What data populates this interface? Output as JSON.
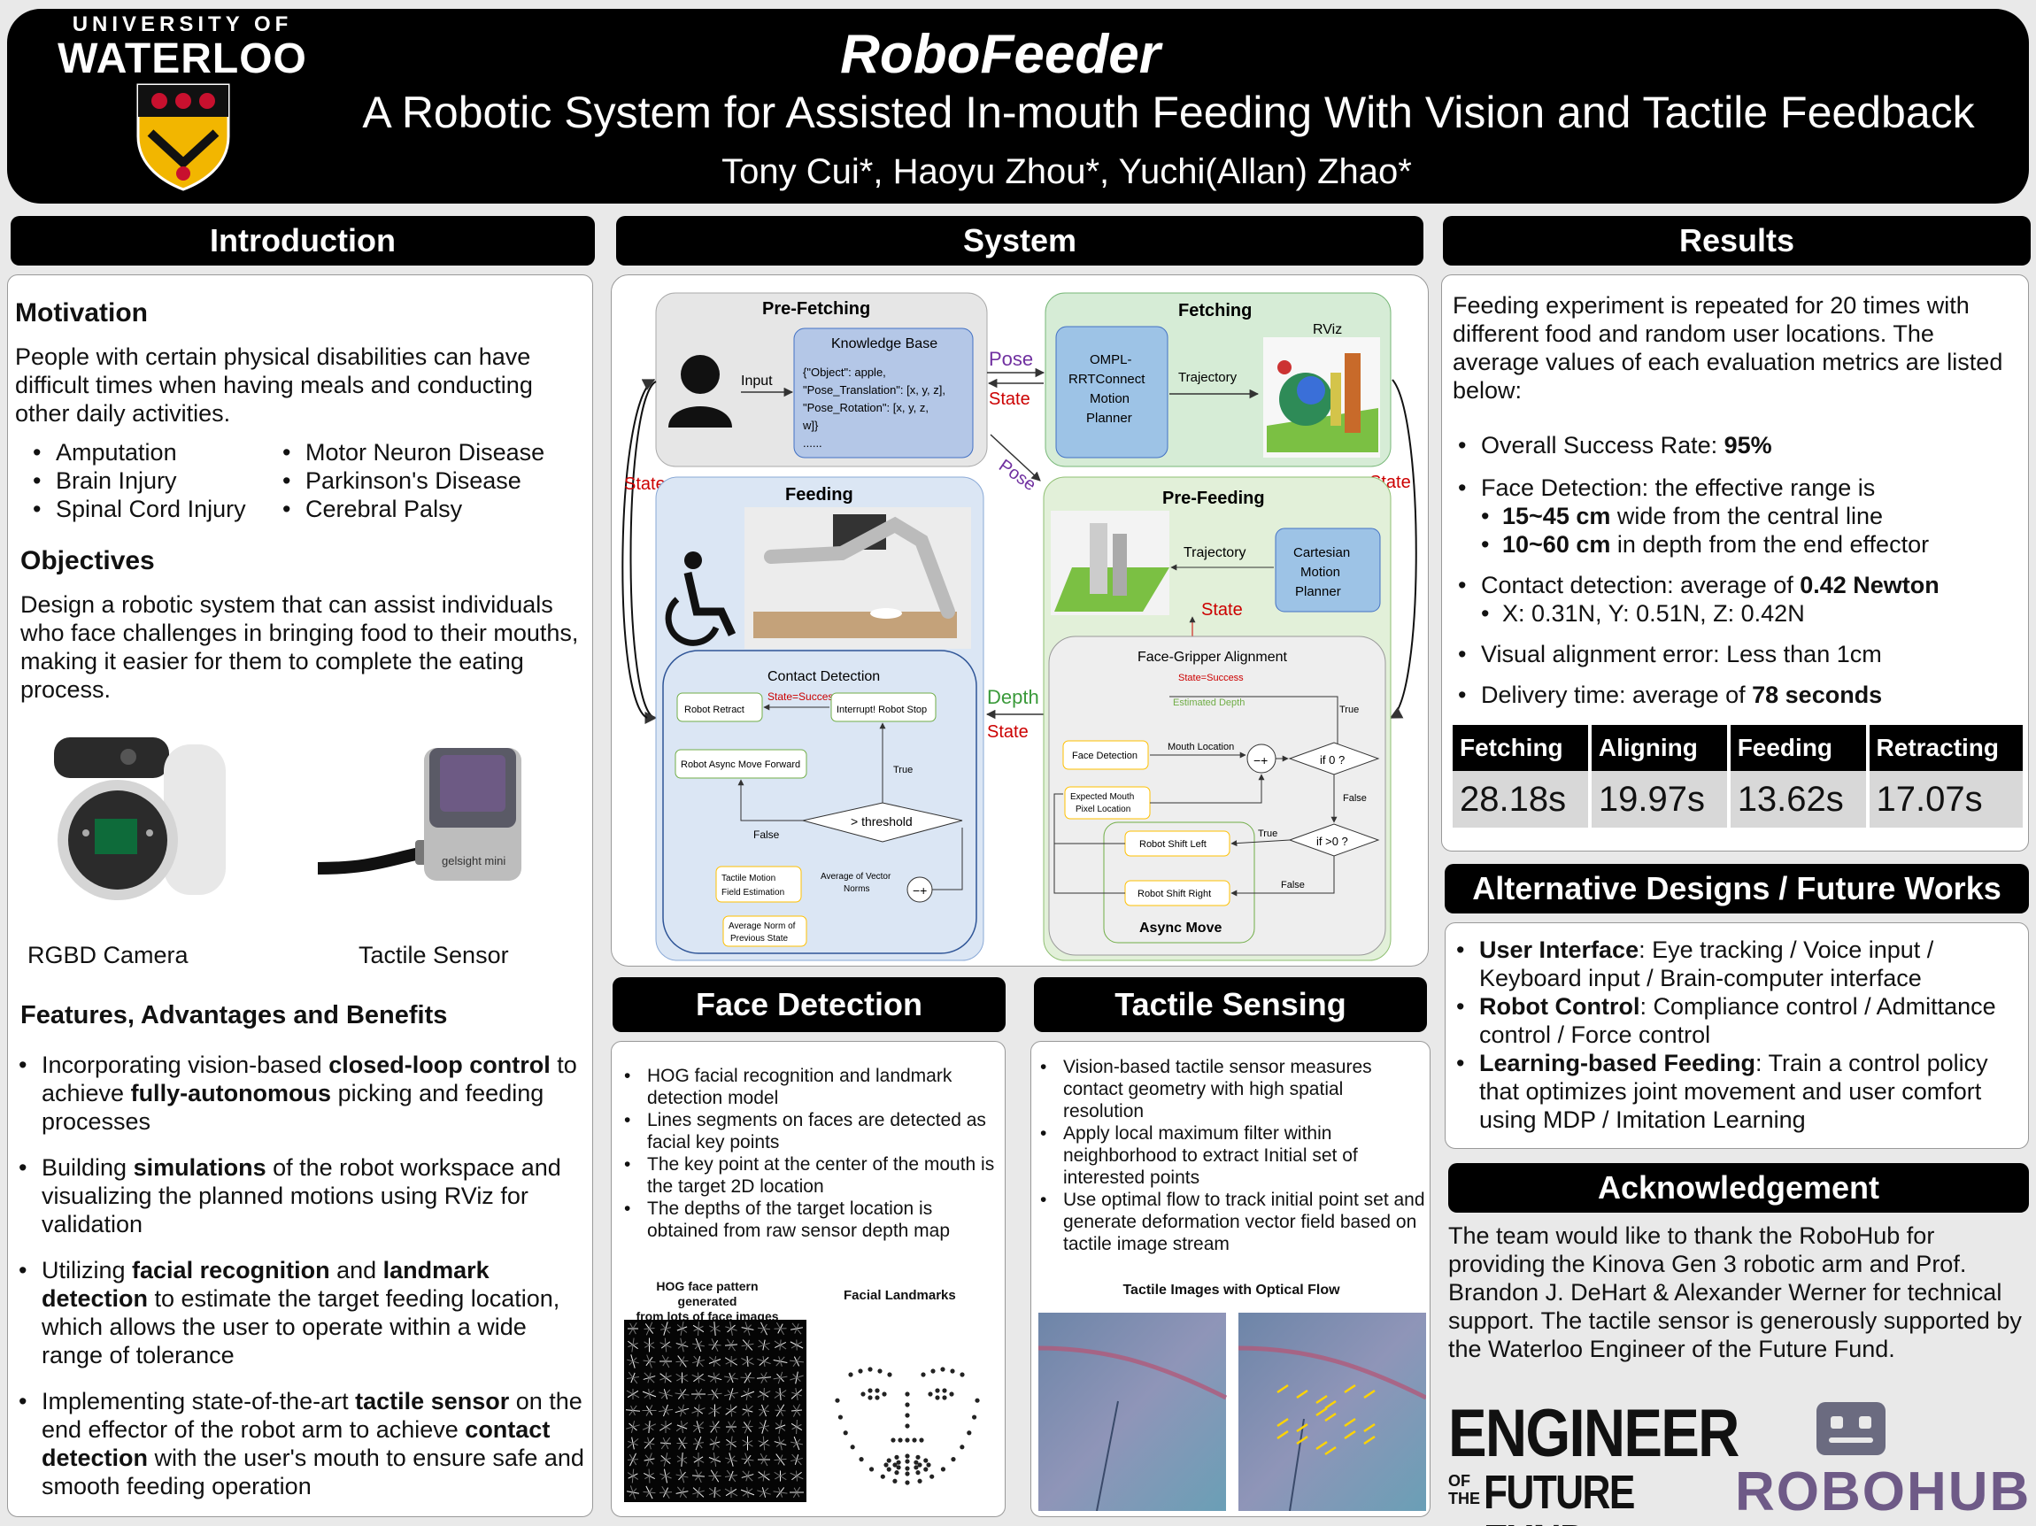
{
  "header": {
    "uni_top": "UNIVERSITY OF",
    "uni_main": "WATERLOO",
    "title": "RoboFeeder",
    "subtitle": "A Robotic System for Assisted In-mouth Feeding With Vision and Tactile Feedback",
    "authors": "Tony Cui*, Haoyu Zhou*, Yuchi(Allan) Zhao*"
  },
  "intro": {
    "heading": "Introduction",
    "motivation_title": "Motivation",
    "motivation_text": "People with certain physical disabilities can have difficult times when having meals and conducting other daily activities.",
    "conditions_left": [
      "Amputation",
      "Brain Injury",
      "Spinal Cord Injury"
    ],
    "conditions_right": [
      "Motor Neuron Disease",
      "Parkinson's Disease",
      "Cerebral Palsy"
    ],
    "objectives_title": "Objectives",
    "objectives_text": "Design a robotic system that can assist individuals who face challenges in bringing food to their mouths, making it easier for them to complete the eating process.",
    "camera_caption": "RGBD Camera",
    "tactile_caption": "Tactile Sensor",
    "gelsight_label": "gelsight mini",
    "features_title": "Features, Advantages and Benefits",
    "features": [
      {
        "parts": [
          "Incorporating vision-based ",
          "closed-loop control",
          " to achieve ",
          "fully-autonomous",
          " picking and feeding processes"
        ]
      },
      {
        "parts": [
          "Building ",
          "simulations",
          " of the robot workspace and visualizing the planned motions using RViz for validation"
        ]
      },
      {
        "parts": [
          "Utilizing ",
          "facial recognition",
          " and ",
          "landmark detection",
          " to estimate the target feeding location, which allows the user to operate within a wide range of tolerance"
        ]
      },
      {
        "parts": [
          "Implementing state-of-the-art ",
          "tactile sensor",
          " on the end effector of the robot arm to achieve ",
          "contact detection",
          " with the user's mouth to ensure safe and smooth feeding operation"
        ]
      }
    ]
  },
  "system": {
    "heading": "System",
    "prefetching": "Pre-Fetching",
    "input": "Input",
    "kb_title": "Knowledge Base",
    "kb_l1": "{\"Object\": apple,",
    "kb_l2": "\"Pose_Translation\": [x, y, z],",
    "kb_l3": "\"Pose_Rotation\": [x, y, z,",
    "kb_l4": "w]}",
    "kb_l5": "......",
    "fetching": "Fetching",
    "ompl_l1": "OMPL-",
    "ompl_l2": "RRTConnect",
    "ompl_l3": "Motion",
    "ompl_l4": "Planner",
    "trajectory": "Trajectory",
    "rviz": "RViz",
    "pose": "Pose",
    "state": "State",
    "depth": "Depth",
    "feeding": "Feeding",
    "prefeeding": "Pre-Feeding",
    "cart_l1": "Cartesian",
    "cart_l2": "Motion",
    "cart_l3": "Planner",
    "contact_detection": "Contact Detection",
    "robot_retract": "Robot Retract",
    "state_success": "State=Success",
    "interrupt": "Interrupt! Robot Stop",
    "async_forward": "Robot Async Move Forward",
    "true": "True",
    "false": "False",
    "threshold": "> threshold",
    "tactile_motion_l1": "Tactile Motion",
    "tactile_motion_l2": "Field Estimation",
    "avg_vec_l1": "Average of Vector",
    "avg_vec_l2": "Norms",
    "avg_norm_l1": "Average Norm of",
    "avg_norm_l2": "Previous State",
    "face_gripper": "Face-Gripper Alignment",
    "estimated_depth": "Estimated Depth",
    "face_detection": "Face Detection",
    "mouth_location": "Mouth Location",
    "if0": "if 0 ?",
    "ifgt0": "if >0 ?",
    "expected_l1": "Expected Mouth",
    "expected_l2": "Pixel Location",
    "shift_left": "Robot Shift Left",
    "shift_right": "Robot Shift Right",
    "async_move": "Async Move"
  },
  "face_detection": {
    "heading": "Face Detection",
    "bullets": [
      "HOG facial recognition and landmark detection model",
      "Lines segments on faces are detected as facial key points",
      "The key point at the center of the mouth is the target 2D location",
      "The depths of the target location is obtained from raw sensor depth map"
    ],
    "hog_caption_l1": "HOG face pattern generated",
    "hog_caption_l2": "from lots of face images",
    "landmarks_caption": "Facial Landmarks"
  },
  "tactile": {
    "heading": "Tactile Sensing",
    "bullets": [
      "Vision-based tactile sensor measures contact geometry with high spatial resolution",
      "Apply local maximum filter within neighborhood to extract Initial set of interested points",
      "Use optimal flow to track initial point set and generate deformation vector field based on tactile image stream"
    ],
    "images_caption": "Tactile Images with Optical Flow"
  },
  "results": {
    "heading": "Results",
    "intro": "Feeding experiment is repeated for 20 times with different food and random user locations. The average values of each evaluation metrics are listed below:",
    "success_label": "Overall Success Rate: ",
    "success_value": "95%",
    "face_label": "Face Detection: the effective range is",
    "face_sub1_bold": "15~45 cm",
    "face_sub1_rest": " wide from the central line",
    "face_sub2_bold": "10~60 cm",
    "face_sub2_rest": " in depth from the end effector",
    "contact_label": "Contact detection: average of ",
    "contact_value": "0.42 Newton",
    "contact_sub": "X: 0.31N,  Y: 0.51N,  Z: 0.42N",
    "visual": "Visual alignment error: Less than 1cm",
    "delivery_label": "Delivery time: average of ",
    "delivery_value": "78 seconds",
    "table_headers": [
      "Fetching",
      "Aligning",
      "Feeding",
      "Retracting"
    ],
    "table_values": [
      "28.18s",
      "19.97s",
      "13.62s",
      "17.07s"
    ]
  },
  "alternatives": {
    "heading": "Alternative Designs / Future Works",
    "items": [
      {
        "bold": "User Interface",
        "rest": ": Eye tracking / Voice input / Keyboard input / Brain-computer interface"
      },
      {
        "bold": "Robot Control",
        "rest": ": Compliance control / Admittance control / Force control"
      },
      {
        "bold": "Learning-based Feeding",
        "rest": ": Train a control policy that optimizes joint movement and user comfort using MDP / Imitation Learning"
      }
    ]
  },
  "acknowledgement": {
    "heading": "Acknowledgement",
    "text": "The team would like to thank the RoboHub for providing the Kinova Gen 3 robotic arm and Prof. Brandon J. DeHart & Alexander Werner for technical support. The tactile sensor is generously supported by the Waterloo Engineer of the Future Fund.",
    "eng_logo_top": "ENGINEER",
    "eng_logo_of": "OF",
    "eng_logo_the": "THE",
    "eng_logo_bottom": "FUTURE FUND",
    "robohub_logo": "ROBOHUB"
  },
  "colors": {
    "accent_red": "#cc0000",
    "pose_purple": "#7030a0",
    "depth_green": "#3a9a3a",
    "uw_gold": "#f2b600"
  }
}
